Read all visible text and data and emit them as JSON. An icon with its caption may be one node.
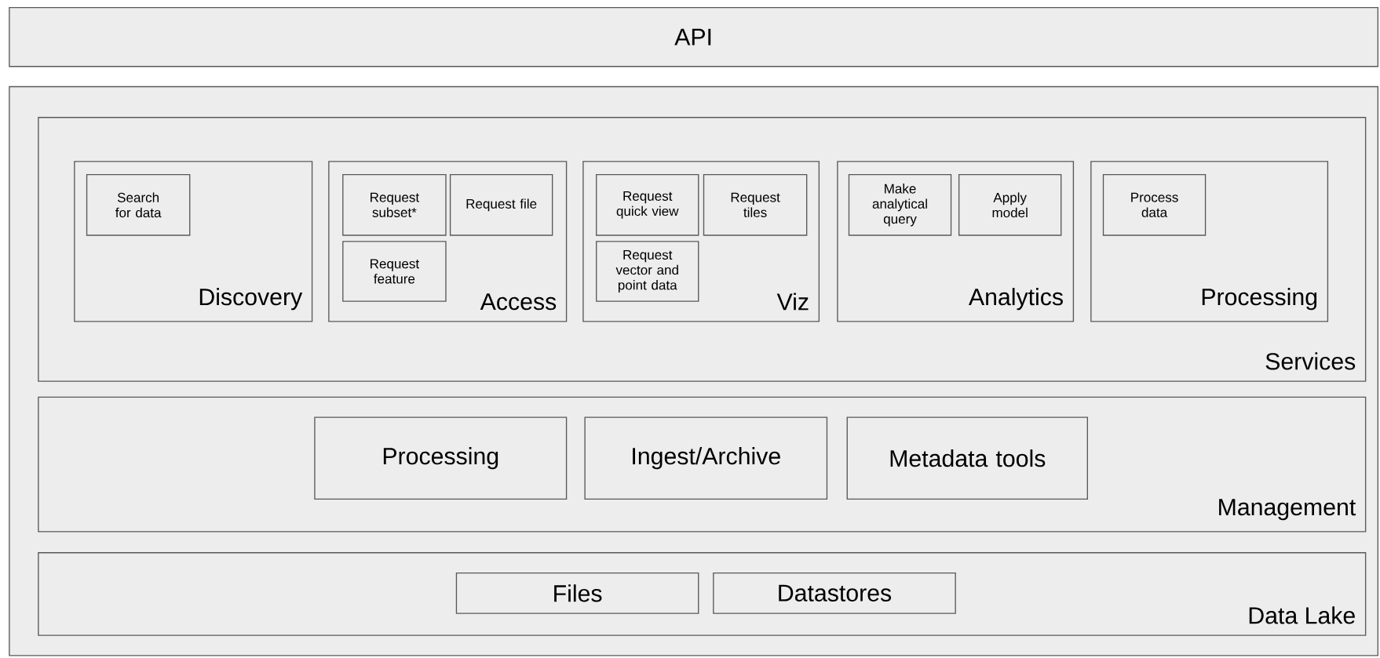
{
  "diagram": {
    "nodes": [
      {
        "text": [
          "API"
        ]
      },
      {
        "text": [],
        "shape": "box"
      },
      {
        "text": [
          "Services"
        ],
        "in": 1
      },
      {
        "text": [
          "Discovery"
        ],
        "in": 2
      },
      {
        "text": [
          "Search for data"
        ],
        "in": 3
      },
      {
        "text": [
          "Access"
        ],
        "in": 2
      },
      {
        "text": [
          "Request subset*"
        ],
        "in": 5
      },
      {
        "text": [
          "Request file"
        ],
        "in": 5
      },
      {
        "text": [
          "Request feature"
        ],
        "in": 5
      },
      {
        "text": [
          "Viz"
        ],
        "in": 2
      },
      {
        "text": [
          "Request quick view"
        ],
        "in": 9
      },
      {
        "text": [
          "Request tiles"
        ],
        "in": 9
      },
      {
        "text": [
          "Request vector and point data"
        ],
        "in": 9
      },
      {
        "text": [
          "Analytics"
        ],
        "in": 2
      },
      {
        "text": [
          "Make analytical query"
        ],
        "in": 13
      },
      {
        "text": [
          "Apply model"
        ],
        "in": 13
      },
      {
        "text": [
          "Processing"
        ],
        "in": 2
      },
      {
        "text": [
          "Process data"
        ],
        "in": 16
      },
      {
        "text": [
          "Management"
        ],
        "in": 1
      },
      {
        "text": [
          "Processing"
        ],
        "in": 18
      },
      {
        "text": [
          "Ingest/Archive"
        ],
        "in": 18
      },
      {
        "text": [
          "Metadata tools"
        ],
        "in": 18
      },
      {
        "text": [
          "Data Lake"
        ],
        "in": 1
      },
      {
        "text": [
          "Files"
        ],
        "in": 22
      },
      {
        "text": [
          "Datastores"
        ],
        "in": 22
      }
    ]
  }
}
